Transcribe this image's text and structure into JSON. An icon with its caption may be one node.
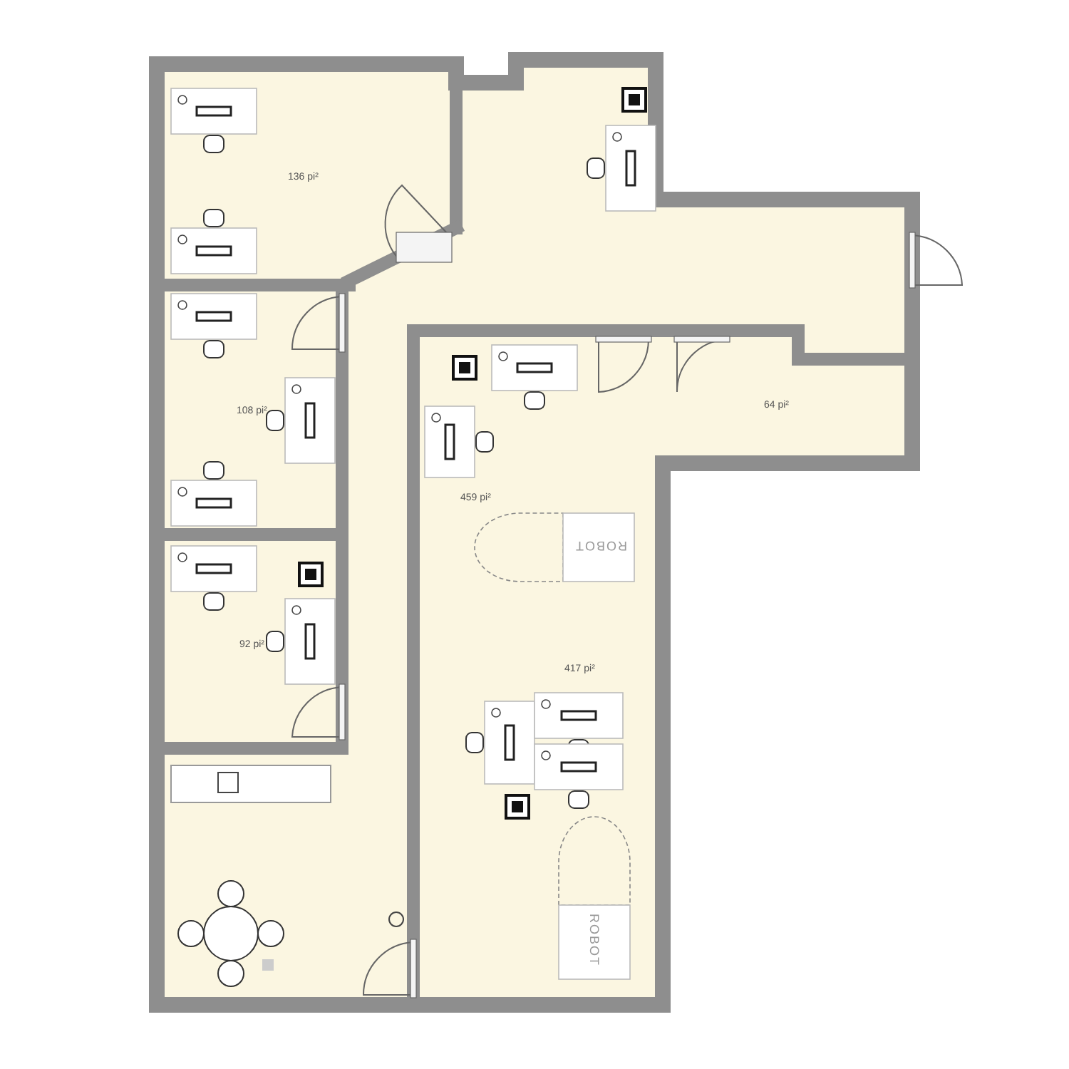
{
  "diagram": {
    "labels": [
      "136 pi²",
      "64 pi²",
      "108 pi²",
      "459 pi²",
      "ROBOT",
      "92 pi²",
      "417 pi²",
      "ROBOT"
    ]
  }
}
